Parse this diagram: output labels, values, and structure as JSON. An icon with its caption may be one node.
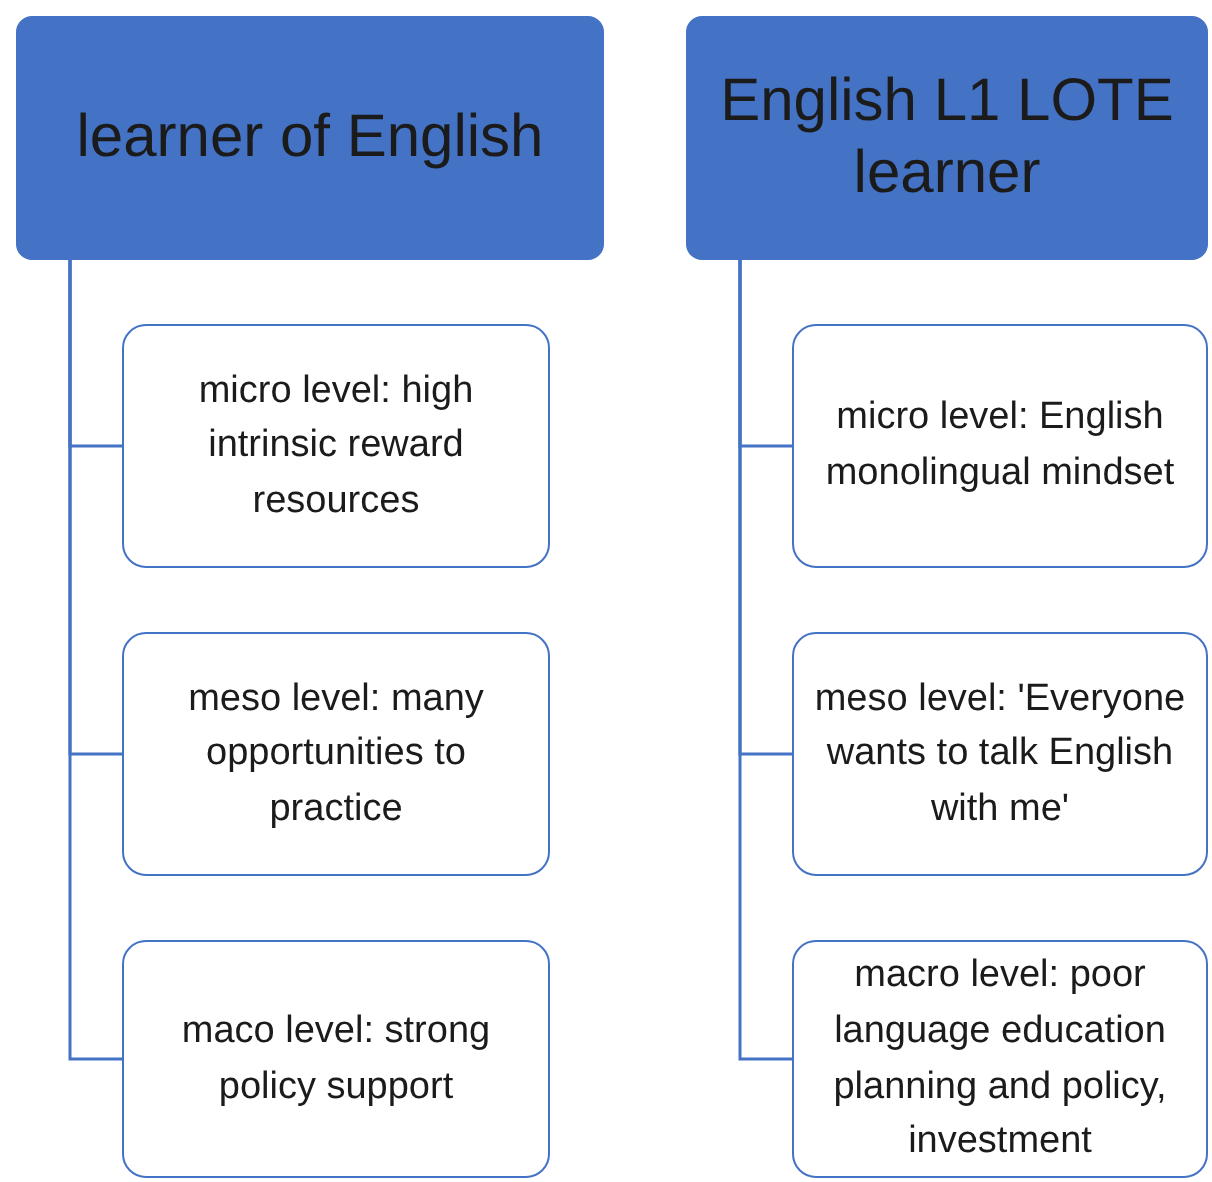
{
  "diagram": {
    "nodes": [
      {
        "text": [
          "learner of English"
        ]
      },
      {
        "text": [
          "micro level: high intrinsic reward resources"
        ]
      },
      {
        "text": [
          "meso level: many opportunities to practice"
        ]
      },
      {
        "text": [
          "maco level: strong policy support"
        ]
      },
      {
        "text": [
          "English L1 LOTE learner"
        ]
      },
      {
        "text": [
          "micro level: English monolingual mindset"
        ]
      },
      {
        "text": [
          "meso level: 'Everyone wants to talk English with me'"
        ]
      },
      {
        "text": [
          "macro level: poor language education planning and policy, investment"
        ]
      }
    ],
    "edges": [
      {
        "from": 0,
        "to": 1,
        "arrow": "none"
      },
      {
        "from": 0,
        "to": 2,
        "arrow": "none"
      },
      {
        "from": 0,
        "to": 3,
        "arrow": "none"
      },
      {
        "from": 4,
        "to": 5,
        "arrow": "none"
      },
      {
        "from": 4,
        "to": 6,
        "arrow": "none"
      },
      {
        "from": 4,
        "to": 7,
        "arrow": "none"
      }
    ]
  }
}
